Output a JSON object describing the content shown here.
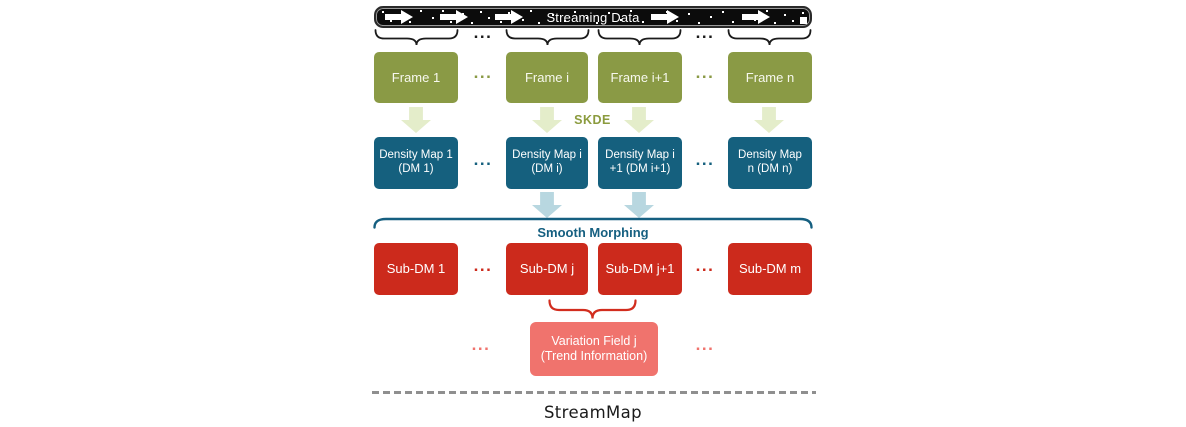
{
  "banner": {
    "label": "Streaming Data"
  },
  "labels": {
    "skde": "SKDE",
    "smooth_morphing": "Smooth Morphing"
  },
  "ellipsis": "...",
  "frames": [
    {
      "label": "Frame 1"
    },
    {
      "label": "Frame i"
    },
    {
      "label": "Frame i+1"
    },
    {
      "label": "Frame n"
    }
  ],
  "density_maps": [
    {
      "line1": "Density Map 1",
      "line2": "(DM 1)"
    },
    {
      "line1": "Density Map i",
      "line2": "(DM i)"
    },
    {
      "line1": "Density Map i",
      "line2": "+1 (DM i+1)"
    },
    {
      "line1": "Density Map",
      "line2": "n (DM n)"
    }
  ],
  "sub_dms": [
    {
      "label": "Sub-DM 1"
    },
    {
      "label": "Sub-DM j"
    },
    {
      "label": "Sub-DM j+1"
    },
    {
      "label": "Sub-DM m"
    }
  ],
  "variation_field": {
    "line1": "Variation Field j",
    "line2": "(Trend Information)"
  },
  "caption": "StreamMap",
  "colors": {
    "banner_bg": "#0c0c0c",
    "frame_box": "#8a9a45",
    "frame_arrow": "#e4edca",
    "skde_text": "#8b9b3e",
    "density_box": "#15607e",
    "morph_arrow": "#b8d7e0",
    "smooth_morphing_accent": "#155f80",
    "subdm_box": "#cc2a1c",
    "variation_box": "#f0736d",
    "brace_black": "#1b1b1b",
    "brace_red": "#d22d1e",
    "dashed_line": "#8f8f8f"
  }
}
